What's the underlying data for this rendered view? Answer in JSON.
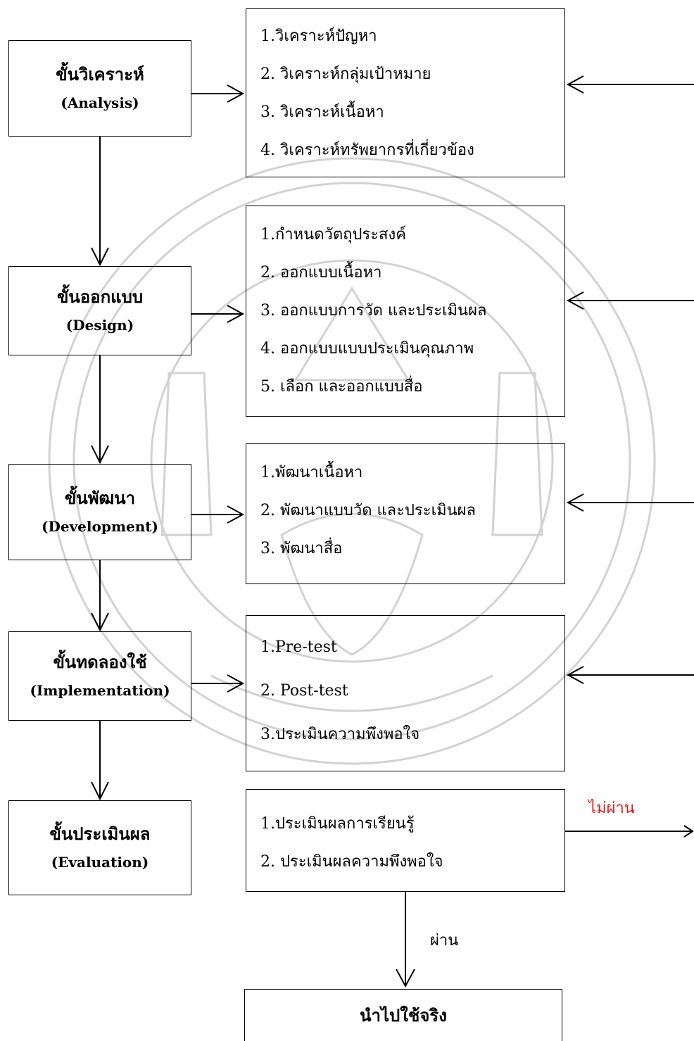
{
  "stages": [
    {
      "th": "ขั้นวิเคราะห์",
      "en": "(Analysis)"
    },
    {
      "th": "ขั้นออกแบบ",
      "en": "(Design)"
    },
    {
      "th": "ขั้นพัฒนา",
      "en": "(Development)"
    },
    {
      "th": "ขั้นทดลองใช้",
      "en": "(Implementation)"
    },
    {
      "th": "ขั้นประเมินผล",
      "en": "(Evaluation)"
    }
  ],
  "details": [
    {
      "items": [
        "1.วิเคราะห์ปัญหา",
        "2. วิเคราะห์กลุ่มเป้าหมาย",
        "3. วิเคราะห์เนื้อหา",
        "4. วิเคราะห์ทรัพยากรที่เกี่ยวข้อง"
      ]
    },
    {
      "items": [
        "1.กำหนดวัตถุประสงค์",
        "2. ออกแบบเนื้อหา",
        "3. ออกแบบการวัด และประเมินผล",
        "4. ออกแบบแบบประเมินคุณภาพ",
        "5. เลือก และออกแบบสื่อ"
      ]
    },
    {
      "items": [
        "1.พัฒนาเนื้อหา",
        "2. พัฒนาแบบวัด และประเมินผล",
        "3. พัฒนาสื่อ"
      ]
    },
    {
      "items": [
        "1.Pre-test",
        "2. Post-test",
        "3.ประเมินความพึงพอใจ"
      ]
    },
    {
      "items": [
        "1.ประเมินผลการเรียนรู้",
        "2. ประเมินผลความพึงพอใจ"
      ]
    }
  ],
  "labels": {
    "fail": "ไม่ผ่าน",
    "pass": "ผ่าน"
  },
  "final": "นำไปใช้จริง",
  "colors": {
    "fail": "#d62020",
    "line": "#000000",
    "watermark": "#c8c8c8"
  }
}
